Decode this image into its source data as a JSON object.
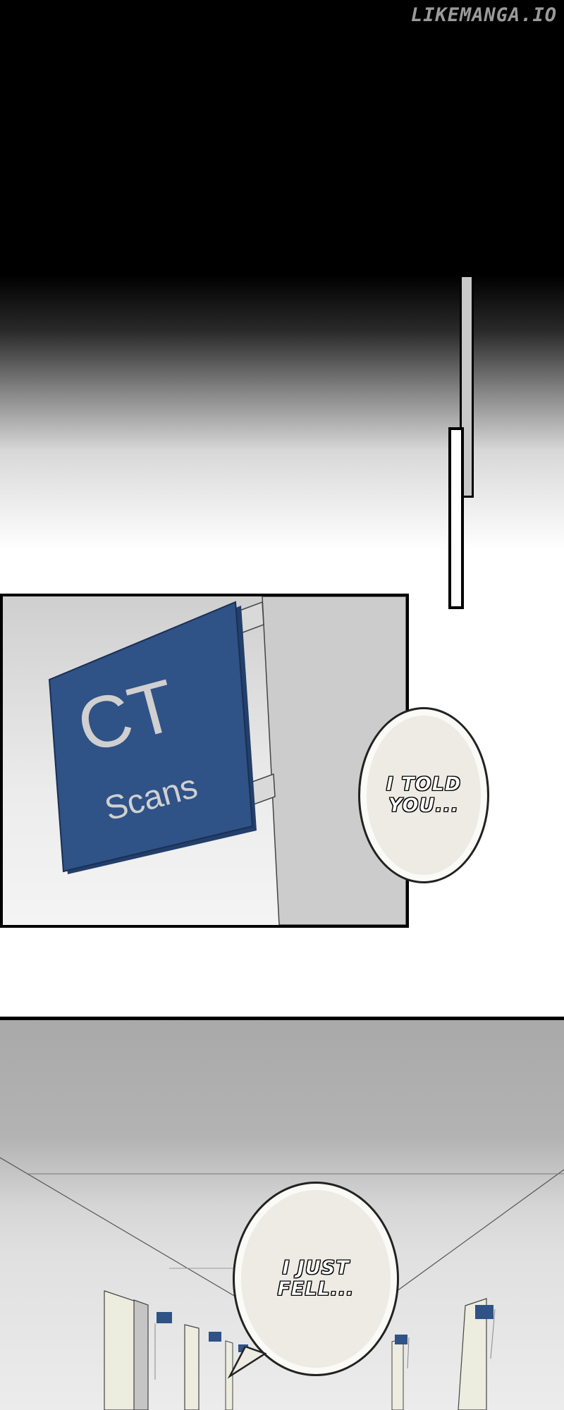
{
  "watermark": "LIKEMANGA.IO",
  "panel": {
    "sign_title": "CT",
    "sign_subtitle": "Scans",
    "sign_color": "#2f5287"
  },
  "bubbles": {
    "first": "I TOLD\nYOU...",
    "second": "I JUST\nFELL..."
  },
  "colors": {
    "bubble_fill": "#eeebe4",
    "corridor_sign": "#2f5287"
  }
}
